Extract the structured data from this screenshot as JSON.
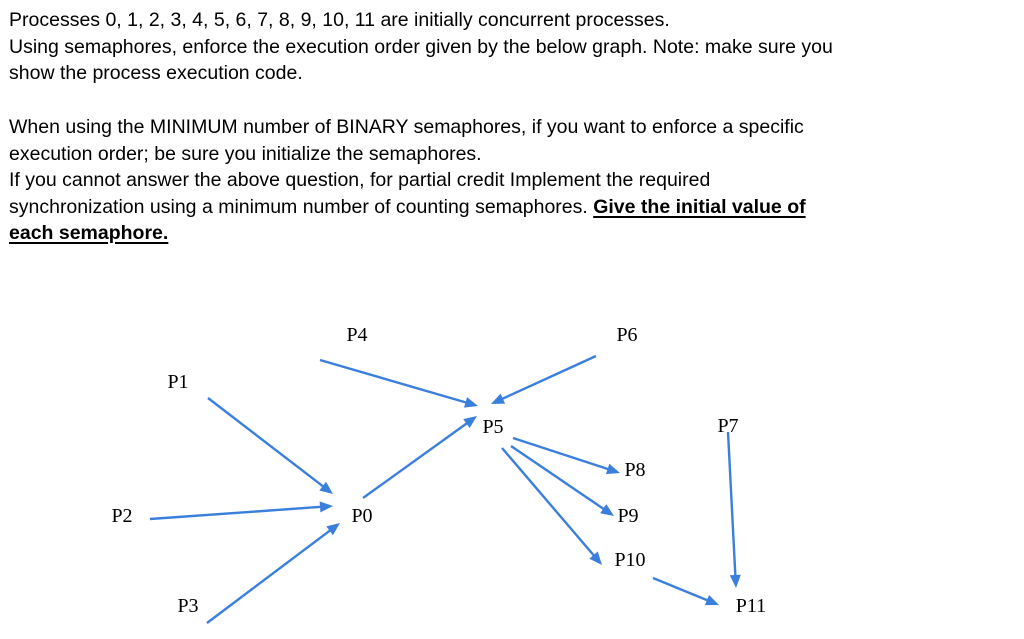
{
  "problem": {
    "para1": [
      "Processes 0, 1, 2, 3, 4, 5, 6, 7, 8, 9, 10, 11 are initially concurrent processes.",
      "Using semaphores, enforce the execution order given by the below graph.  Note: make sure you",
      "show the process execution code."
    ],
    "para2": [
      "When using the MINIMUM number of BINARY semaphores, if you want to enforce a specific",
      "execution order; be sure you initialize the semaphores.",
      "If you cannot answer the above question, for partial credit Implement the required",
      "synchronization using a minimum number of counting semaphores. "
    ],
    "emphasis_line1": "Give the initial value of",
    "emphasis_line2": "each semaphore."
  },
  "graph": {
    "edge_color": "#3a7fdc",
    "nodes": {
      "P0": "P0",
      "P1": "P1",
      "P2": "P2",
      "P3": "P3",
      "P4": "P4",
      "P5": "P5",
      "P6": "P6",
      "P7": "P7",
      "P8": "P8",
      "P9": "P9",
      "P10": "P10",
      "P11": "P11"
    },
    "edges": [
      {
        "from": "P1",
        "to": "P0"
      },
      {
        "from": "P2",
        "to": "P0"
      },
      {
        "from": "P3",
        "to": "P0"
      },
      {
        "from": "P0",
        "to": "P5"
      },
      {
        "from": "P4",
        "to": "P5"
      },
      {
        "from": "P6",
        "to": "P5"
      },
      {
        "from": "P5",
        "to": "P8"
      },
      {
        "from": "P5",
        "to": "P9"
      },
      {
        "from": "P5",
        "to": "P10"
      },
      {
        "from": "P10",
        "to": "P11"
      },
      {
        "from": "P7",
        "to": "P11"
      }
    ]
  }
}
